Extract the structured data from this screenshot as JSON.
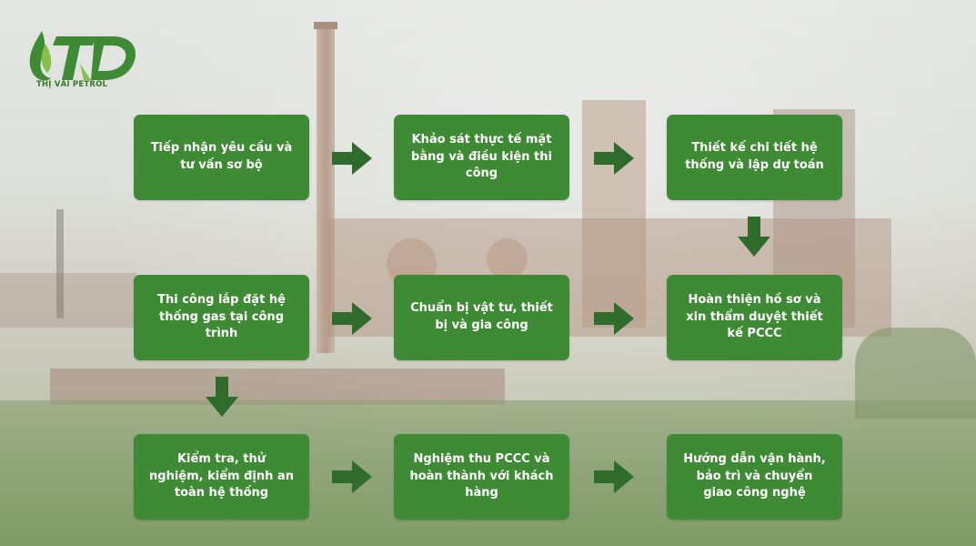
{
  "logo": {
    "text": "THỊ VẢI PETROL",
    "brand_color": "#3a7a26"
  },
  "colors": {
    "box": "#3f8a34",
    "arrow": "#2f6b2a",
    "box_text": "#ffffff"
  },
  "steps": [
    {
      "label": "Tiếp nhận yêu cầu và tư vấn sơ bộ"
    },
    {
      "label": "Khảo sát thực tế mặt bằng và điều kiện thi công"
    },
    {
      "label": "Thiết kế chi tiết hệ thống và lập dự toán"
    },
    {
      "label": "Hoàn thiện hồ sơ và xin thẩm duyệt thiết kế PCCC"
    },
    {
      "label": "Chuẩn bị vật tư, thiết bị và gia công"
    },
    {
      "label": "Thi công lắp đặt hệ thống gas tại công trình"
    },
    {
      "label": "Kiểm tra, thử nghiệm, kiểm định an toàn hệ thống"
    },
    {
      "label": "Nghiệm thu PCCC và hoàn thành với khách hàng"
    },
    {
      "label": "Hướng dẫn vận hành, bảo trì và chuyển giao công nghệ"
    }
  ]
}
